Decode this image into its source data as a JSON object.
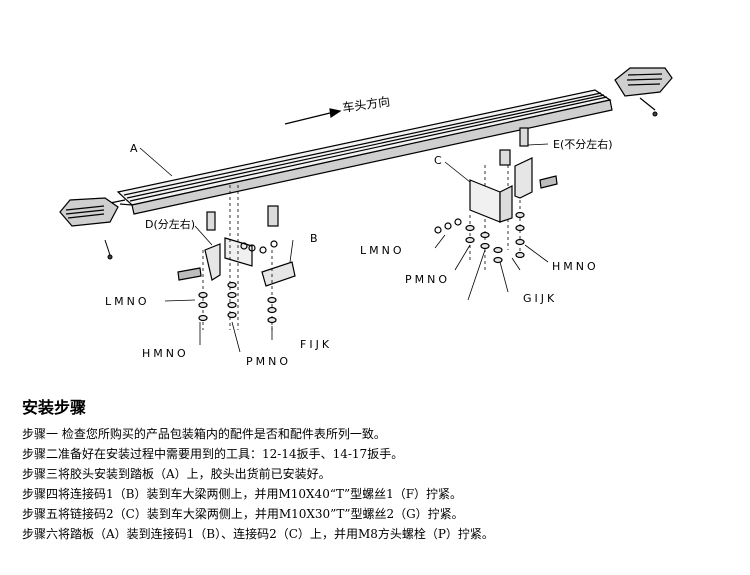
{
  "diagram": {
    "direction_label": "车头方向",
    "labels": {
      "A": "A",
      "B": "B",
      "C": "C",
      "D": "D(分左右)",
      "E": "E(不分左右)",
      "lmno": "LMNO",
      "hmno_left": "HMNO",
      "pmno_left": "PMNO",
      "fijk": "FIJK",
      "lmno_right": "LMNO",
      "pmno_right": "PMNO",
      "gijk": "GIJK",
      "hmno_right": "HMNO"
    }
  },
  "instructions": {
    "title": "安装步骤",
    "steps": [
      "步骤一 检查您所购买的产品包装箱内的配件是否和配件表所列一致。",
      "步骤二准备好在安装过程中需要用到的工具：12-14扳手、14-17扳手。",
      "步骤三将胶头安装到踏板（A）上，胶头出货前已安装好。",
      "步骤四将连接码1（B）装到车大梁两侧上，并用M10X40“T”型螺丝1（F）拧紧。",
      "步骤五将链接码2（C）装到车大梁两侧上，并用M10X30”T”型螺丝2（G）拧紧。",
      "步骤六将踏板（A）装到连接码1（B）、连接码2（C）上，并用M8方头螺栓（P）拧紧。"
    ]
  }
}
